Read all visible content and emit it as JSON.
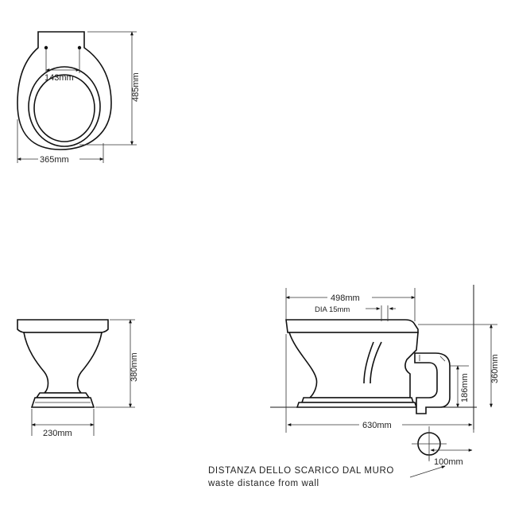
{
  "top_view": {
    "hole_spacing": "143mm",
    "width": "365mm",
    "length": "485mm"
  },
  "front_view": {
    "base_width": "230mm",
    "height": "380mm"
  },
  "side_view": {
    "top_length": "498mm",
    "inlet_diameter": "DIA 15mm",
    "overall_length": "630mm",
    "outlet_height": "186mm",
    "inlet_height": "360mm",
    "waste_offset": "100mm"
  },
  "note": {
    "italian": "DISTANZA DELLO SCARICO DAL MURO",
    "english": "waste distance from wall"
  }
}
